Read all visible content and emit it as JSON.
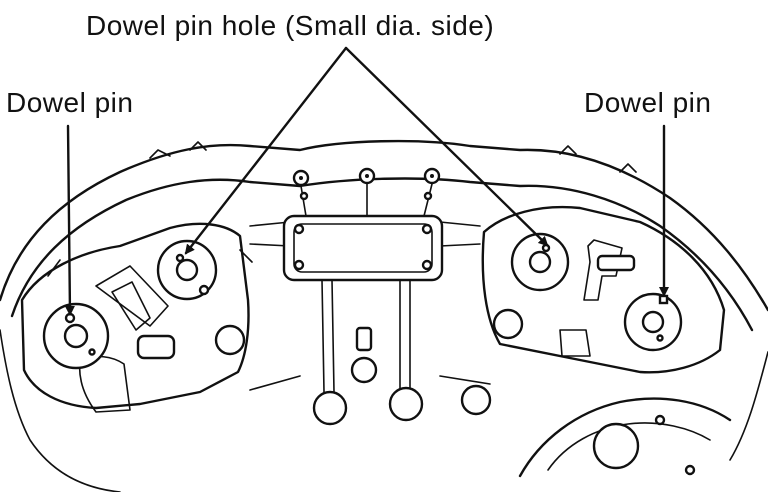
{
  "labels": {
    "top": "Dowel pin hole (Small dia. side)",
    "left": "Dowel pin",
    "right": "Dowel pin"
  },
  "colors": {
    "line": "#111111",
    "background": "#ffffff"
  }
}
